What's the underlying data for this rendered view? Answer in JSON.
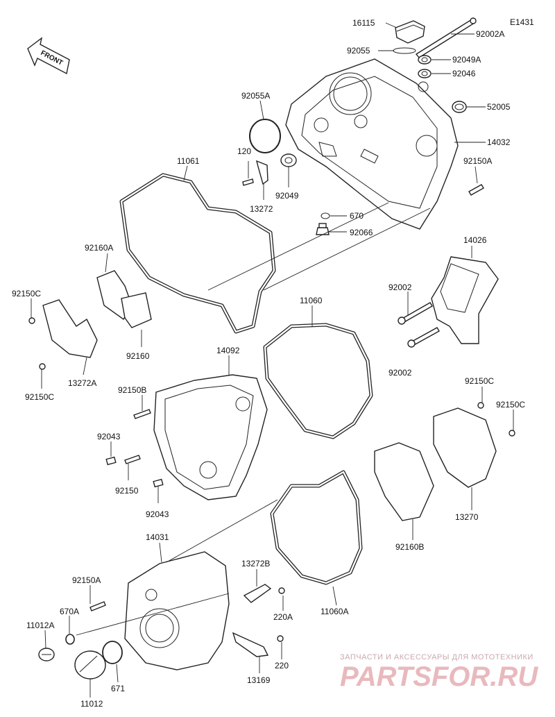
{
  "diagram_code": "E1431",
  "direction_label": "FRONT",
  "watermark": {
    "tagline": "ЗАПЧАСТИ И АКСЕССУАРЫ ДЛЯ МОТОТЕХНИКИ",
    "brand": "PARTSFOR.RU"
  },
  "labels": {
    "p16115": "16115",
    "p92002A": "92002A",
    "p92055": "92055",
    "p92049A": "92049A",
    "p92046": "92046",
    "p52005": "52005",
    "p14032": "14032",
    "p92055A": "92055A",
    "p120": "120",
    "p92049": "92049",
    "p13272": "13272",
    "p11061": "11061",
    "p92150A_top": "92150A",
    "p670": "670",
    "p92066": "92066",
    "p14026": "14026",
    "p92160A": "92160A",
    "p92002_a": "92002",
    "p92002_b": "92002",
    "p92150C_left1": "92150C",
    "p92160": "92160",
    "p13272A": "13272A",
    "p92150C_left2": "92150C",
    "p11060": "11060",
    "p14092": "14092",
    "p92150B": "92150B",
    "p92043_a": "92043",
    "p92150": "92150",
    "p92043_b": "92043",
    "p92150C_right1": "92150C",
    "p92150C_right2": "92150C",
    "p13270": "13270",
    "p92160B": "92160B",
    "p14031": "14031",
    "p92150A_bottom": "92150A",
    "p670A": "670A",
    "p11012A": "11012A",
    "p13272B": "13272B",
    "p220A": "220A",
    "p11060A": "11060A",
    "p220": "220",
    "p13169": "13169",
    "p671": "671",
    "p11012": "11012"
  }
}
